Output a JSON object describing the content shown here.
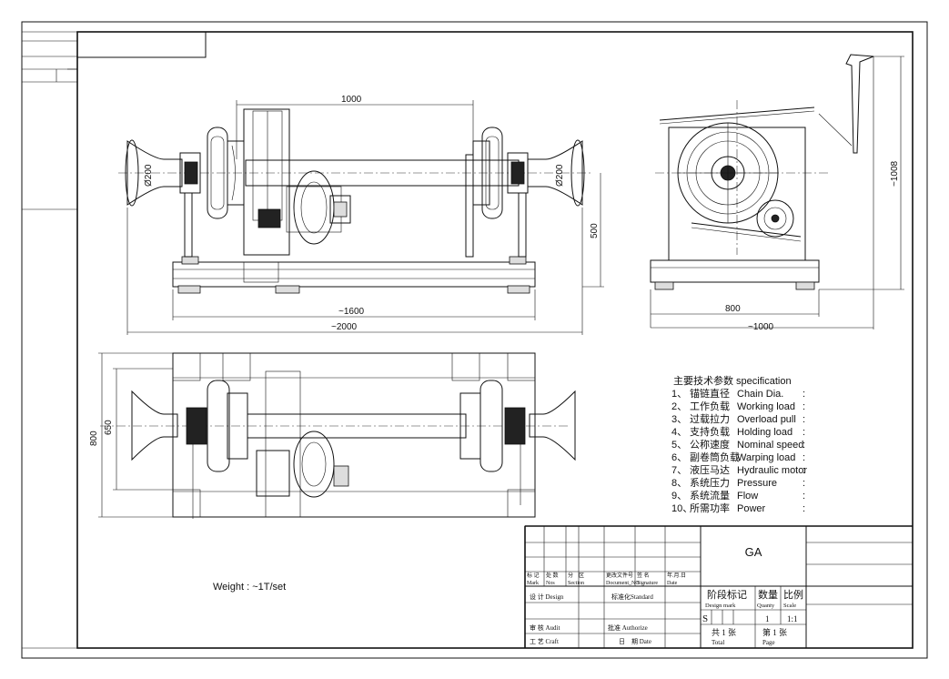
{
  "title_block": {
    "drawing_title": "GA",
    "row_headers": {
      "mark": "标 记\nMark",
      "nos": "处 数\nNos",
      "section": "分　区\nSection",
      "document_no": "更改文件号\nDocument_NO",
      "signature": "签 名\nSignature",
      "date": "年.月.日\nDate"
    },
    "design": "设 计 Design",
    "standard": "标准化Standard",
    "audit": "审 核 Audit",
    "authorize": "批准 Authorize",
    "craft": "工 艺 Craft",
    "date_label": "日　期 Date",
    "design_mark_cn": "阶段标记",
    "design_mark_en": "Design mark",
    "quantity_cn": "数量",
    "quantity_en": "Quanty",
    "scale_cn": "比例",
    "scale_en": "Scale",
    "stage_value": "S",
    "quantity_value": "1",
    "scale_value": "1:1",
    "total_label": "共 1 张\nTotal",
    "page_label": "第 1 张\nPage"
  },
  "specification": {
    "header": "主要技术参数  specification",
    "items": [
      {
        "no": "1、",
        "cn": "锚链直径",
        "en": "Chain Dia.",
        "sep": ":"
      },
      {
        "no": "2、",
        "cn": "工作负载",
        "en": "Working load",
        "sep": ":"
      },
      {
        "no": "3、",
        "cn": "过载拉力",
        "en": "Overload pull",
        "sep": ":"
      },
      {
        "no": "4、",
        "cn": "支持负载",
        "en": "Holding load",
        "sep": ":"
      },
      {
        "no": "5、",
        "cn": "公称速度",
        "en": "Nominal speed",
        "sep": ":"
      },
      {
        "no": "6、",
        "cn": "副卷筒负载",
        "en": "Warping load",
        "sep": ":"
      },
      {
        "no": "7、",
        "cn": "液压马达",
        "en": "Hydraulic motor",
        "sep": ":"
      },
      {
        "no": "8、",
        "cn": "系统压力",
        "en": "Pressure",
        "sep": ":"
      },
      {
        "no": "9、",
        "cn": "系统流量",
        "en": "Flow",
        "sep": ":"
      },
      {
        "no": "10、",
        "cn": "所需功率",
        "en": "Power",
        "sep": ":"
      }
    ]
  },
  "weight": "Weight : ~1T/set",
  "dimensions": {
    "front_span": "1000",
    "front_base": "~1600",
    "front_overall": "~2000",
    "front_height": "500",
    "drum_left": "Ø200",
    "drum_right": "Ø200",
    "side_base": "800",
    "side_overall": "~1000",
    "side_height": "~1008",
    "plan_outer": "800",
    "plan_inner": "650"
  }
}
